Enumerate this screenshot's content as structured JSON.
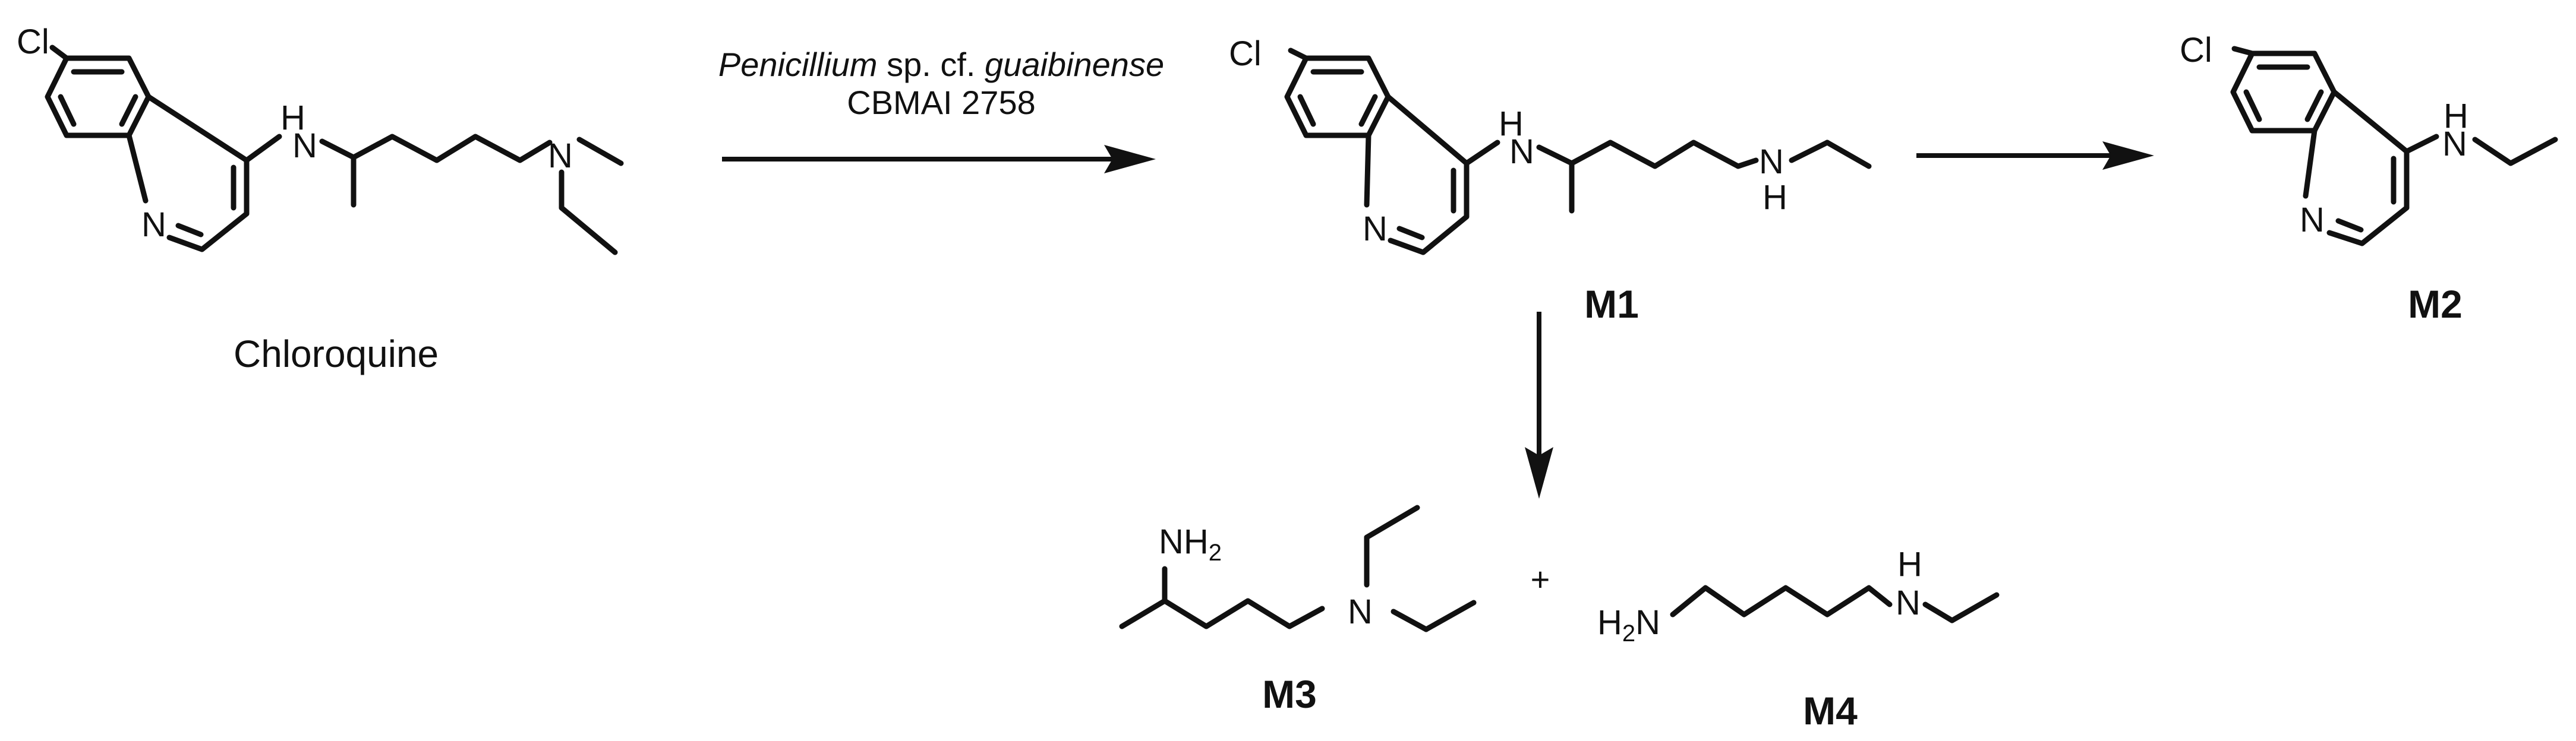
{
  "reaction": {
    "organism_italic_1": "Penicillium",
    "organism_text_1": " sp. cf. ",
    "organism_italic_2": "guaibinense",
    "strain": "CBMAI 2758",
    "plus_sign": "+"
  },
  "compounds": {
    "chloroquine": {
      "name": "Chloroquine"
    },
    "m1": {
      "label": "M1"
    },
    "m2": {
      "label": "M2"
    },
    "m3": {
      "label": "M3"
    },
    "m4": {
      "label": "M4"
    }
  },
  "atoms": {
    "chlorine": "Cl",
    "nitrogen": "N",
    "hydrogen": "H",
    "amine_sub": "2"
  }
}
